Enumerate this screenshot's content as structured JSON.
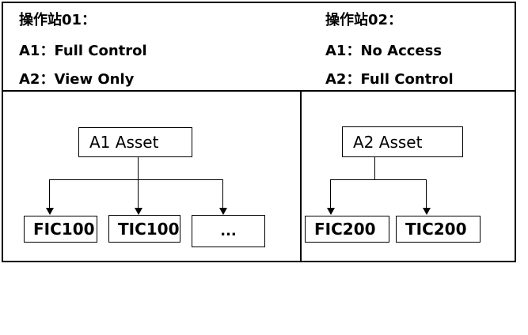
{
  "colors": {
    "background": "#ffffff",
    "line": "#000000",
    "text": "#000000"
  },
  "stations": [
    {
      "title": "操作站01：",
      "entries": [
        "A1：Full Control",
        "A2：View Only"
      ]
    },
    {
      "title": "操作站02：",
      "entries": [
        "A1：No Access",
        "A2：Full Control"
      ]
    }
  ],
  "trees": [
    {
      "root_label": "A1 Asset",
      "children": [
        "FIC100",
        "TIC100",
        "..."
      ]
    },
    {
      "root_label": "A2 Asset",
      "children": [
        "FIC200",
        "TIC200"
      ]
    }
  ]
}
